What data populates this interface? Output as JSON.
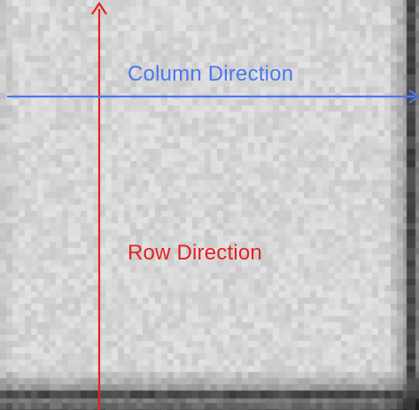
{
  "labels": {
    "column_direction": "Column Direction",
    "row_direction": "Row Direction"
  },
  "colors": {
    "column_arrow": "#4a78f0",
    "column_text": "#4a78f0",
    "row_arrow": "#e8201c",
    "row_text": "#e8201c",
    "background_light": "#dedede",
    "background_edge_dark": "#2a2a2a"
  },
  "icons": {
    "column_arrow": "arrow-right",
    "row_arrow": "arrow-up"
  }
}
